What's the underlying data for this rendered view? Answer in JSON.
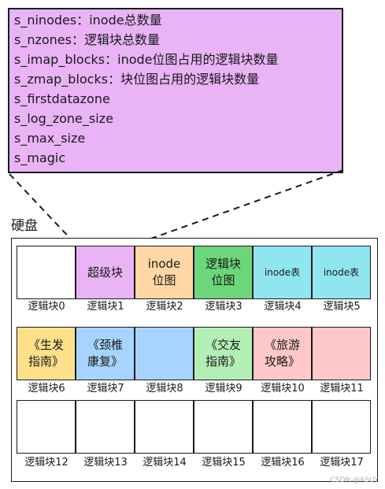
{
  "callout": {
    "lines": [
      "s_ninodes：inode总数量",
      "s_nzones：逻辑块总数量",
      "s_imap_blocks：inode位图占用的逻辑块数量",
      "s_zmap_blocks：块位图占用的逻辑块数量",
      "s_firstdatazone",
      "s_log_zone_size",
      "s_max_size",
      "s_magic"
    ]
  },
  "disk_label": "硬盘",
  "blocks": [
    {
      "text": "",
      "caption": "逻辑块0",
      "color": "#ffffff"
    },
    {
      "text": "超级块",
      "caption": "逻辑块1",
      "color": "#e9b3f6"
    },
    {
      "text": "inode\n位图",
      "caption": "逻辑块2",
      "color": "#ffd6a5"
    },
    {
      "text": "逻辑块\n位图",
      "caption": "逻辑块3",
      "color": "#6bd67a"
    },
    {
      "text": "inode表",
      "caption": "逻辑块4",
      "color": "#8fe6f0"
    },
    {
      "text": "inode表",
      "caption": "逻辑块5",
      "color": "#8fe6f0"
    },
    {
      "text": "《生发\n指南》",
      "caption": "逻辑块6",
      "color": "#ffe08a"
    },
    {
      "text": "《颈椎\n康复》",
      "caption": "逻辑块7",
      "color": "#a6d4ff"
    },
    {
      "text": "",
      "caption": "逻辑块8",
      "color": "#a6d4ff"
    },
    {
      "text": "《交友\n指南》",
      "caption": "逻辑块9",
      "color": "#b3efb5"
    },
    {
      "text": "《旅游\n攻略》",
      "caption": "逻辑块10",
      "color": "#ffc8c8"
    },
    {
      "text": "",
      "caption": "逻辑块11",
      "color": "#ffc8c8"
    },
    {
      "text": "",
      "caption": "逻辑块12",
      "color": "#ffffff"
    },
    {
      "text": "",
      "caption": "逻辑块13",
      "color": "#ffffff"
    },
    {
      "text": "",
      "caption": "逻辑块14",
      "color": "#ffffff"
    },
    {
      "text": "",
      "caption": "逻辑块15",
      "color": "#ffffff"
    },
    {
      "text": "",
      "caption": "逻辑块16",
      "color": "#ffffff"
    },
    {
      "text": "",
      "caption": "逻辑块17",
      "color": "#ffffff"
    }
  ],
  "watermark": "CSDN @ASUY"
}
